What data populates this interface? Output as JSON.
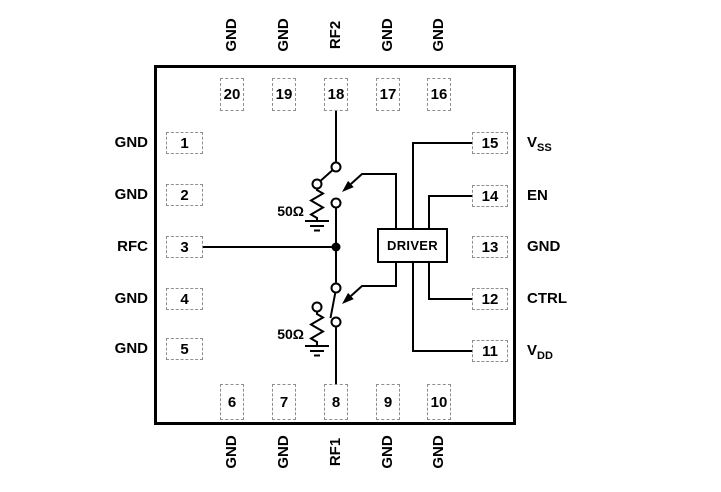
{
  "colors": {
    "line": "#000000",
    "text": "#000000",
    "pin_box_border": "#8f8f8f",
    "background": "#ffffff"
  },
  "pins": {
    "top": [
      {
        "num": "20",
        "label": "GND"
      },
      {
        "num": "19",
        "label": "GND"
      },
      {
        "num": "18",
        "label": "RF2"
      },
      {
        "num": "17",
        "label": "GND"
      },
      {
        "num": "16",
        "label": "GND"
      }
    ],
    "left": [
      {
        "num": "1",
        "label": "GND"
      },
      {
        "num": "2",
        "label": "GND"
      },
      {
        "num": "3",
        "label": "RFC"
      },
      {
        "num": "4",
        "label": "GND"
      },
      {
        "num": "5",
        "label": "GND"
      }
    ],
    "right": [
      {
        "num": "15",
        "label_main": "V",
        "label_sub": "SS"
      },
      {
        "num": "14",
        "label_main": "EN",
        "label_sub": ""
      },
      {
        "num": "13",
        "label_main": "GND",
        "label_sub": ""
      },
      {
        "num": "12",
        "label_main": "CTRL",
        "label_sub": ""
      },
      {
        "num": "11",
        "label_main": "V",
        "label_sub": "DD"
      }
    ],
    "bottom": [
      {
        "num": "6",
        "label": "GND"
      },
      {
        "num": "7",
        "label": "GND"
      },
      {
        "num": "8",
        "label": "RF1"
      },
      {
        "num": "9",
        "label": "GND"
      },
      {
        "num": "10",
        "label": "GND"
      }
    ]
  },
  "circuit": {
    "driver_label": "DRIVER",
    "shunt_top_value": "50Ω",
    "shunt_bottom_value": "50Ω"
  }
}
